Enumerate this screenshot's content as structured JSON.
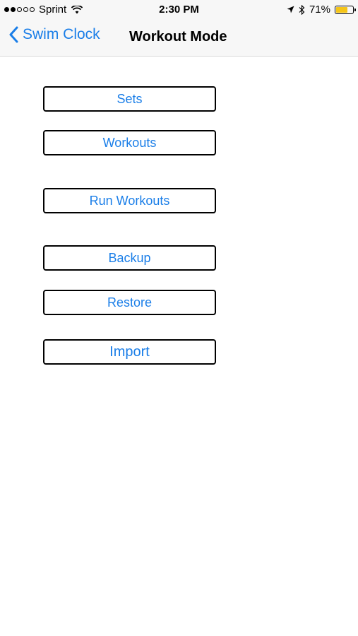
{
  "status_bar": {
    "carrier": "Sprint",
    "time": "2:30 PM",
    "battery_percent": "71%",
    "battery_level": 0.71,
    "icons": [
      "signal-dots-icon",
      "wifi-icon",
      "location-arrow-icon",
      "bluetooth-icon",
      "battery-icon"
    ],
    "battery_color": "#f5c518"
  },
  "nav": {
    "back_label": "Swim Clock",
    "title": "Workout Mode",
    "accent_color": "#1a7ee8"
  },
  "menu": {
    "sets": "Sets",
    "workouts": "Workouts",
    "run_workouts": "Run Workouts",
    "backup": "Backup",
    "restore": "Restore",
    "import": "Import"
  }
}
